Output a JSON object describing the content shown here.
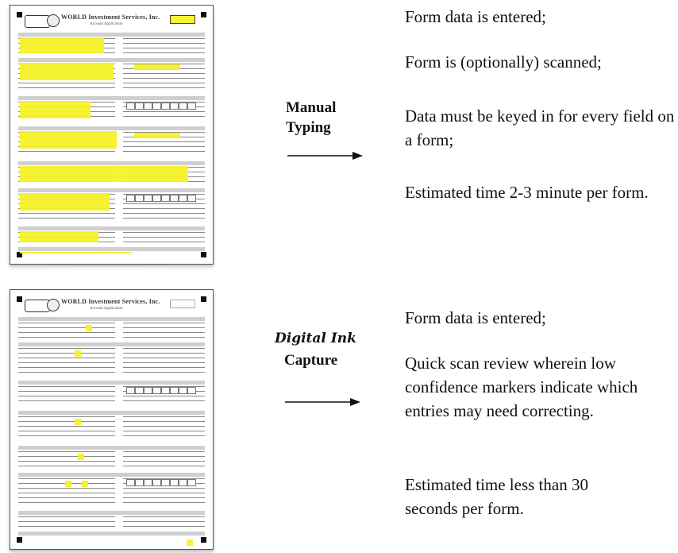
{
  "manual": {
    "label_line1": "Manual",
    "label_line2": "Typing",
    "descriptions": [
      "Form data is entered;",
      "Form is (optionally) scanned;",
      "Data must be keyed in for every field on a form;",
      "Estimated time 2-3 minute per form."
    ],
    "highlight_color": "#f6f22a"
  },
  "digital": {
    "label_line1": "Digital Ink",
    "label_line2": "Capture",
    "descriptions": [
      "Form data is entered;",
      "Quick scan review wherein low confidence markers indicate which entries may need correcting.",
      "Estimated time less than 30 seconds per form."
    ],
    "highlight_color": "#f6f22a"
  },
  "form_thumbnail": {
    "company_name": "WORLD Investment Services, Inc.",
    "company_sub": "Account Application"
  }
}
